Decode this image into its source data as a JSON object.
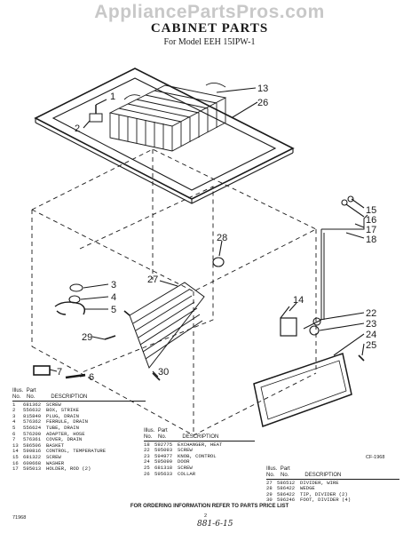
{
  "watermark": "AppliancePartsPros.com",
  "title": "CABINET PARTS",
  "subtitle": "For Model EEH 15IPW-1",
  "callouts": [
    "1",
    "2",
    "13",
    "26",
    "15",
    "16",
    "17",
    "18",
    "28",
    "27",
    "3",
    "4",
    "5",
    "14",
    "22",
    "23",
    "24",
    "25",
    "29",
    "7",
    "6",
    "30"
  ],
  "table_header": {
    "illus": "Illus.",
    "part": "Part",
    "no": "No.",
    "no2": "No.",
    "description": "DESCRIPTION"
  },
  "table1": [
    {
      "item": "1",
      "part": "681362",
      "desc": "SCREW"
    },
    {
      "item": "2",
      "part": "556632",
      "desc": "BOX, STRIKE"
    },
    {
      "item": "3",
      "part": "815840",
      "desc": "PLUG, DRAIN"
    },
    {
      "item": "4",
      "part": "576362",
      "desc": "FERRULE, DRAIN"
    },
    {
      "item": "5",
      "part": "556624",
      "desc": "TUBE, DRAIN"
    },
    {
      "item": "6",
      "part": "576200",
      "desc": "ADAPTER, HOSE"
    },
    {
      "item": "7",
      "part": "576361",
      "desc": "COVER, DRAIN"
    },
    {
      "item": "13",
      "part": "586506",
      "desc": "BASKET"
    },
    {
      "item": "14",
      "part": "590816",
      "desc": "CONTROL, TEMPERATURE"
    },
    {
      "item": "15",
      "part": "681322",
      "desc": "SCREW"
    },
    {
      "item": "16",
      "part": "600668",
      "desc": "WASHER"
    },
    {
      "item": "17",
      "part": "595013",
      "desc": "HOLDER, ROD (2)"
    }
  ],
  "table2": [
    {
      "item": "18",
      "part": "592775",
      "desc": "EXCHANGER, HEAT"
    },
    {
      "item": "22",
      "part": "595093",
      "desc": "SCREW"
    },
    {
      "item": "23",
      "part": "594977",
      "desc": "KNOB, CONTROL"
    },
    {
      "item": "24",
      "part": "595099",
      "desc": "DOOR"
    },
    {
      "item": "25",
      "part": "681318",
      "desc": "SCREW"
    },
    {
      "item": "26",
      "part": "595633",
      "desc": "COLLAR"
    }
  ],
  "table3": [
    {
      "item": "27",
      "part": "586512",
      "desc": "DIVIDER, WIRE"
    },
    {
      "item": "28",
      "part": "586422",
      "desc": "WEDGE"
    },
    {
      "item": "29",
      "part": "586422",
      "desc": "TIP, DIVIDER (2)"
    },
    {
      "item": "30",
      "part": "596246",
      "desc": "FOOT, DIVIDER (4)"
    }
  ],
  "figure_code": "CF-1968",
  "footer": "FOR ORDERING INFORMATION REFER TO PARTS PRICE LIST",
  "doc_code": "71968",
  "page_number": "2",
  "handwritten_note": "881-6-15"
}
